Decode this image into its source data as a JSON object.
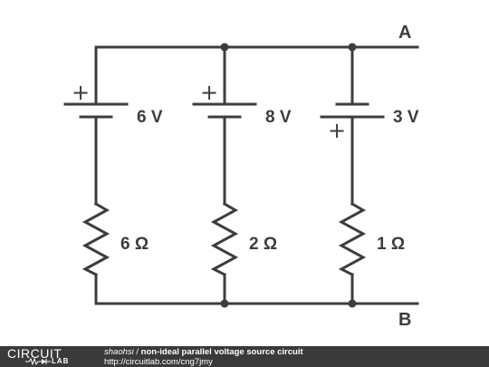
{
  "diagram": {
    "terminals": {
      "top": "A",
      "bottom": "B"
    },
    "branches": [
      {
        "source_label": "6 V",
        "resistor_label": "6 Ω",
        "polarity": "+ on top"
      },
      {
        "source_label": "8 V",
        "resistor_label": "2 Ω",
        "polarity": "+ on top"
      },
      {
        "source_label": "3 V",
        "resistor_label": "1 Ω",
        "polarity": "+ on bottom"
      }
    ],
    "plus_symbol": "+",
    "colors": {
      "wire": "#3d3d3d",
      "footer_bg": "#3a3a3a",
      "footer_text": "#ffffff"
    }
  },
  "footer": {
    "logo_circuit": "CIRCUIT",
    "logo_lab": "LAB",
    "author": "shaohsi",
    "separator": " / ",
    "title": "non-ideal parallel voltage source circuit",
    "url": "http://circuitlab.com/cng7jmy"
  }
}
